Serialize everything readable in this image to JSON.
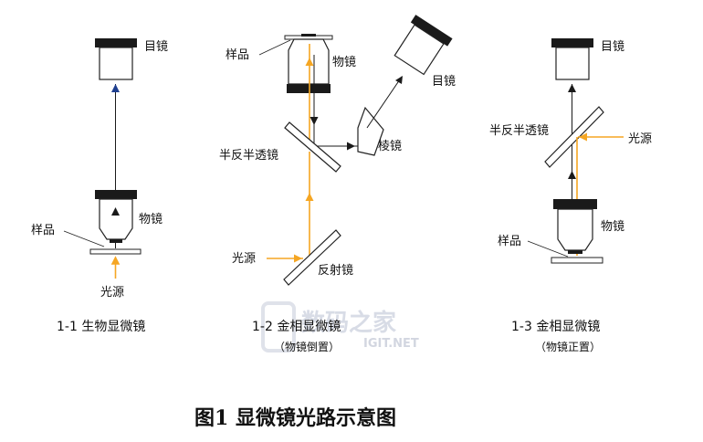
{
  "diagram": {
    "title": "图1  显微镜光路示意图",
    "watermark": {
      "brand": "数码之家",
      "url": "IGIT.NET"
    },
    "colors": {
      "light": "#f5a623",
      "beam": "#1a1a1a",
      "arrow_blue": "#1f3f8f",
      "lens_dark": "#1a1a1a"
    },
    "panels": [
      {
        "caption": "1-1 生物显微镜",
        "labels": {
          "eyepiece": "目镜",
          "objective": "物镜",
          "sample": "样品",
          "light_source": "光源"
        }
      },
      {
        "caption": "1-2 金相显微镜",
        "subcaption": "（物镜倒置）",
        "labels": {
          "sample": "样品",
          "objective": "物镜",
          "eyepiece": "目镜",
          "beamsplitter": "半反半透镜",
          "prism": "棱镜",
          "light_source": "光源",
          "reflector": "反射镜"
        }
      },
      {
        "caption": "1-3 金相显微镜",
        "subcaption": "（物镜正置）",
        "labels": {
          "eyepiece": "目镜",
          "beamsplitter": "半反半透镜",
          "light_source": "光源",
          "objective": "物镜",
          "sample": "样品"
        }
      }
    ]
  }
}
